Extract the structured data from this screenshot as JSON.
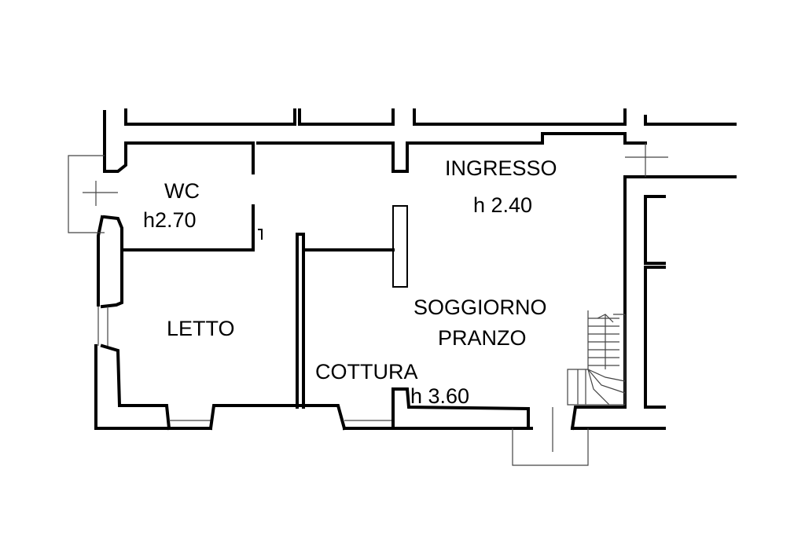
{
  "rooms": [
    {
      "id": "wc",
      "name": "WC",
      "height": "h2.70"
    },
    {
      "id": "ingresso",
      "name": "INGRESSO",
      "height": "h 2.40"
    },
    {
      "id": "letto",
      "name": "LETTO"
    },
    {
      "id": "soggiorno",
      "name_line1": "SOGGIORNO",
      "name_line2": "PRANZO"
    },
    {
      "id": "cottura",
      "name": "COTTURA",
      "height": "h 3.60"
    }
  ],
  "colors": {
    "wall": "#000000",
    "background": "#ffffff"
  }
}
